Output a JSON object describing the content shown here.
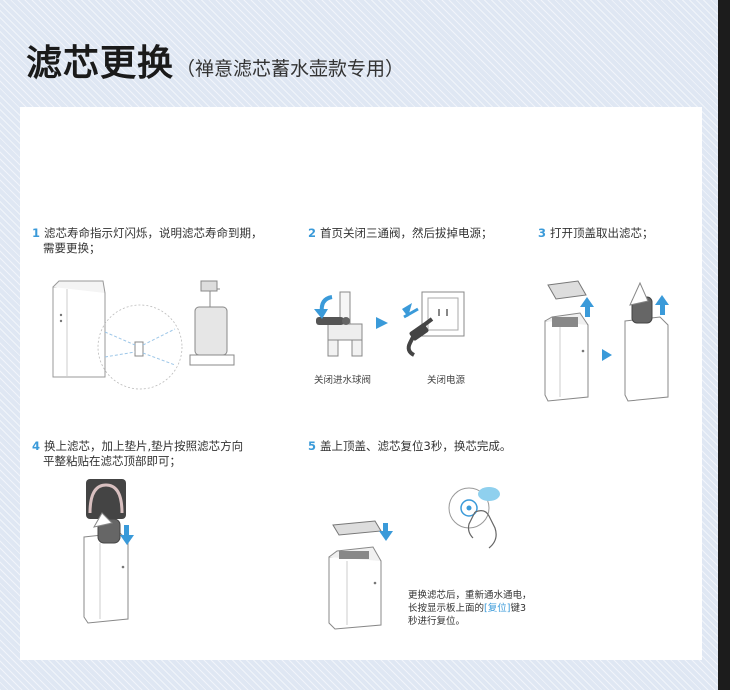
{
  "header": {
    "title": "滤芯更换",
    "subtitle": "（禅意滤芯蓄水壶款专用）"
  },
  "steps": [
    {
      "num": "1",
      "line1": "滤芯寿命指示灯闪烁，说明滤芯寿命到期，",
      "line2": "需要更换；"
    },
    {
      "num": "2",
      "line1": "首页关闭三通阀，然后拔掉电源；"
    },
    {
      "num": "3",
      "line1": "打开顶盖取出滤芯；"
    },
    {
      "num": "4",
      "line1": "换上滤芯，加上垫片,垫片按照滤芯方向",
      "line2": "平整粘贴在滤芯顶部即可；"
    },
    {
      "num": "5",
      "line1": "盖上顶盖、滤芯复位3秒，换芯完成。"
    }
  ],
  "captions": {
    "valve": "关闭进水球阀",
    "power": "关闭电源"
  },
  "note": {
    "line1": "更换滤芯后，重新通水通电，",
    "line2_pre": "长按显示板上面的",
    "line2_hl": "[复位]",
    "line2_post": "键3",
    "line3": "秒进行复位。"
  },
  "colors": {
    "accent": "#3a9ad9",
    "panel": "#ffffff",
    "background": "#dfe7f3"
  }
}
